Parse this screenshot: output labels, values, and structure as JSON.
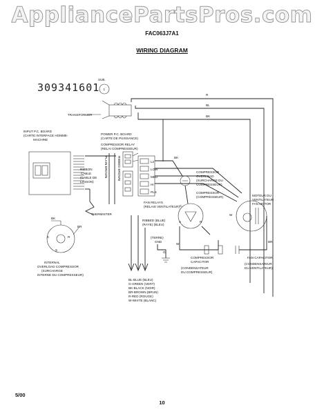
{
  "header": {
    "watermark": "AppliancePartsPros.com",
    "model": "FAC063J7A1",
    "title": "WIRING DIAGRAM",
    "doc_number": "309341601"
  },
  "footer": {
    "date": "5/00",
    "page": "10"
  },
  "labels": {
    "sub": "SUB.",
    "sub_num": "1",
    "transformer": "TRANSFORMER",
    "input_board": [
      "INPUT P.C. BOARD",
      "(CARTE INTERFACE HOMME-",
      "MACHINE"
    ],
    "power_board": [
      "POWER P.C. BOARD",
      "(CARTE DE PUISSANCE)"
    ],
    "compressor_relay": [
      "COMPRESSOR RELAY",
      "(RELAI COMPRESSEUR)"
    ],
    "plain_brown": "PLAIN BROWN",
    "ribbed_brown": "RIBBED BROWN",
    "ribbon_cable": [
      "RIBBON",
      "CABLE",
      "(CABLE DE",
      "LIAISON)"
    ],
    "thermister": "THERMISTER",
    "terms": [
      "L2",
      "LOW",
      "MED",
      "HI",
      "PLS"
    ],
    "fan_relays": [
      "FAN RELAYS",
      "(RELAIS VENTILATEUR)"
    ],
    "comp_overload": [
      "COMPRESSOR",
      "OVERLOAD",
      "(SURCHARGE DU",
      "COMPRESSEUR)"
    ],
    "compressor": [
      "COMPRESSOR",
      "(COMPRESSEUR)"
    ],
    "fan_motor": [
      "MOTEUR DU",
      "VENTILATEUR",
      "FAN MOTOR"
    ],
    "ribbed_plain": [
      "RIBBED  (BLUE)",
      "(RAYE)  (BLEU)"
    ],
    "terre": [
      "(TERRE)",
      "GND"
    ],
    "g": "G",
    "legend": [
      "BL-BLUE (BLEU)",
      "G-GREEN (VERT)",
      "BK-BLACK (NOIR)",
      "BR-BROWN (BRUN)",
      "R-RED (ROUGE)",
      "W-WHITE (BLANC)"
    ],
    "internal_overload": [
      "INTERNAL",
      "OVERLOAD COMPRESSOR",
      "(SURCHARGE",
      "INTERNE DU COMPRESSEUR)"
    ],
    "comp_capacitor": [
      "COMPRESSOR",
      "CAPACITOR",
      "(CONDENSATEUR",
      "DU COMPRESSEUR)"
    ],
    "fan_capacitor": [
      "FAN CAPACITOR",
      "(CONDENSATEUR",
      "DU VENTILATEUR)"
    ],
    "wire_r": "R",
    "wire_bl": "BL",
    "wire_bk": "BK",
    "wire_w": "W",
    "wire_br": "BR",
    "pin_c": "C",
    "pin_s": "S",
    "pin_r": "R",
    "pin_bk": "BK",
    "pin_br": "BR"
  }
}
